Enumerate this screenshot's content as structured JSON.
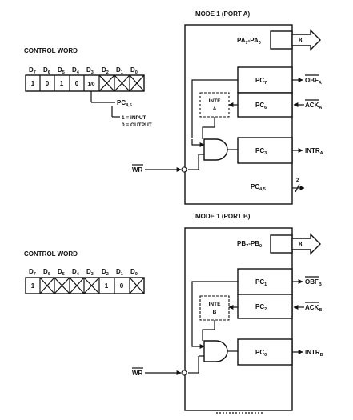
{
  "top": {
    "mode_title": "MODE 1 (PORT A)",
    "control_word_title": "CONTROL WORD",
    "bit_labels": [
      {
        "main": "D",
        "sub": "7"
      },
      {
        "main": "D",
        "sub": "6"
      },
      {
        "main": "D",
        "sub": "5"
      },
      {
        "main": "D",
        "sub": "4"
      },
      {
        "main": "D",
        "sub": "3"
      },
      {
        "main": "D",
        "sub": "2"
      },
      {
        "main": "D",
        "sub": "1"
      },
      {
        "main": "D",
        "sub": "0"
      }
    ],
    "bit_values": [
      "1",
      "0",
      "1",
      "0",
      "1/0",
      "",
      "",
      ""
    ],
    "pc45_label": {
      "main": "PC",
      "sub": "4,5"
    },
    "io_note_1": "1 = INPUT",
    "io_note_2": "0 = OUTPUT",
    "bus": {
      "left": "PA",
      "left_sub": "7",
      "mid": "-PA",
      "right_sub": "0",
      "width": "8"
    },
    "pc_boxes": [
      {
        "main": "PC",
        "sub": "7"
      },
      {
        "main": "PC",
        "sub": "6"
      },
      {
        "main": "PC",
        "sub": "3"
      }
    ],
    "pc45_bottom": {
      "main": "PC",
      "sub": "4,5"
    },
    "pc45_width": "2",
    "inte_line1": "INTE",
    "inte_line2": "A",
    "signals": [
      {
        "main": "OBF",
        "sub": "A"
      },
      {
        "main": "ACK",
        "sub": "A"
      },
      {
        "main": "INTR",
        "sub": "A"
      }
    ],
    "wr": "WR"
  },
  "bottom": {
    "mode_title": "MODE 1 (PORT B)",
    "control_word_title": "CONTROL WORD",
    "bit_labels": [
      {
        "main": "D",
        "sub": "7"
      },
      {
        "main": "D",
        "sub": "6"
      },
      {
        "main": "D",
        "sub": "5"
      },
      {
        "main": "D",
        "sub": "4"
      },
      {
        "main": "D",
        "sub": "3"
      },
      {
        "main": "D",
        "sub": "2"
      },
      {
        "main": "D",
        "sub": "1"
      },
      {
        "main": "D",
        "sub": "0"
      }
    ],
    "bit_values": [
      "1",
      "",
      "",
      "",
      "",
      "1",
      "0",
      ""
    ],
    "bus": {
      "left": "PB",
      "left_sub": "7",
      "mid": "-PB",
      "right_sub": "0",
      "width": "8"
    },
    "pc_boxes": [
      {
        "main": "PC",
        "sub": "1"
      },
      {
        "main": "PC",
        "sub": "2"
      },
      {
        "main": "PC",
        "sub": "0"
      }
    ],
    "inte_line1": "INTE",
    "inte_line2": "B",
    "signals": [
      {
        "main": "OBF",
        "sub": "B"
      },
      {
        "main": "ACK",
        "sub": "B"
      },
      {
        "main": "INTR",
        "sub": "B"
      }
    ],
    "wr": "WR"
  }
}
